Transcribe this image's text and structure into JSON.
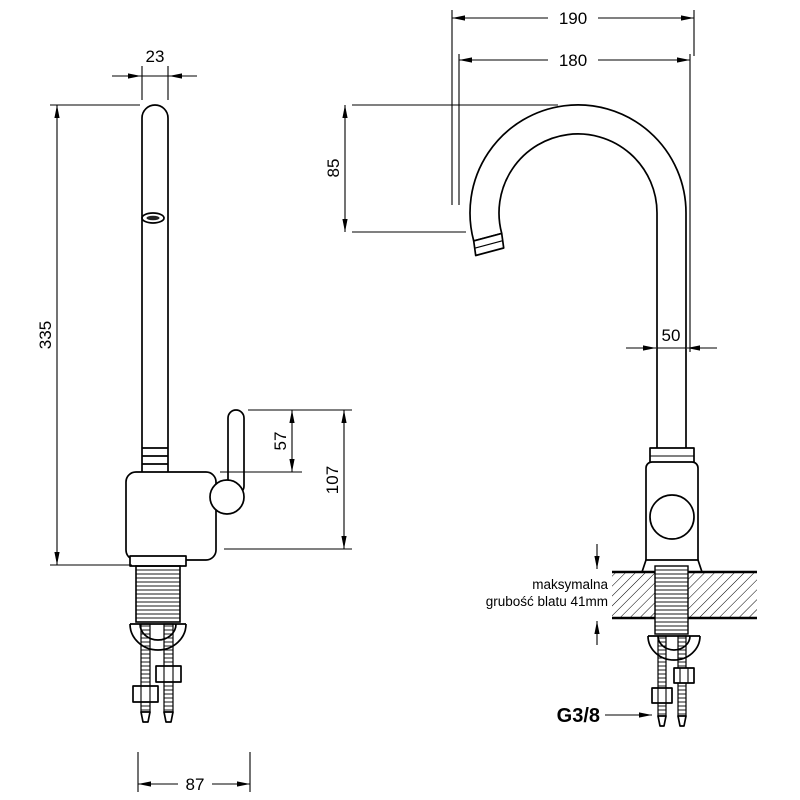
{
  "page": {
    "background": "#ffffff",
    "line_color": "#000000"
  },
  "left_view": {
    "dims": {
      "spout_width": "23",
      "total_height": "335",
      "handle_length": "57",
      "body_height": "107",
      "base_depth": "87"
    }
  },
  "right_view": {
    "dims": {
      "reach_outer": "190",
      "reach_inner": "180",
      "spout_drop": "85",
      "body_width": "50"
    },
    "counter_note_line1": "maksymalna",
    "counter_note_line2": "grubość blatu 41mm",
    "thread_label": "G3/8"
  }
}
